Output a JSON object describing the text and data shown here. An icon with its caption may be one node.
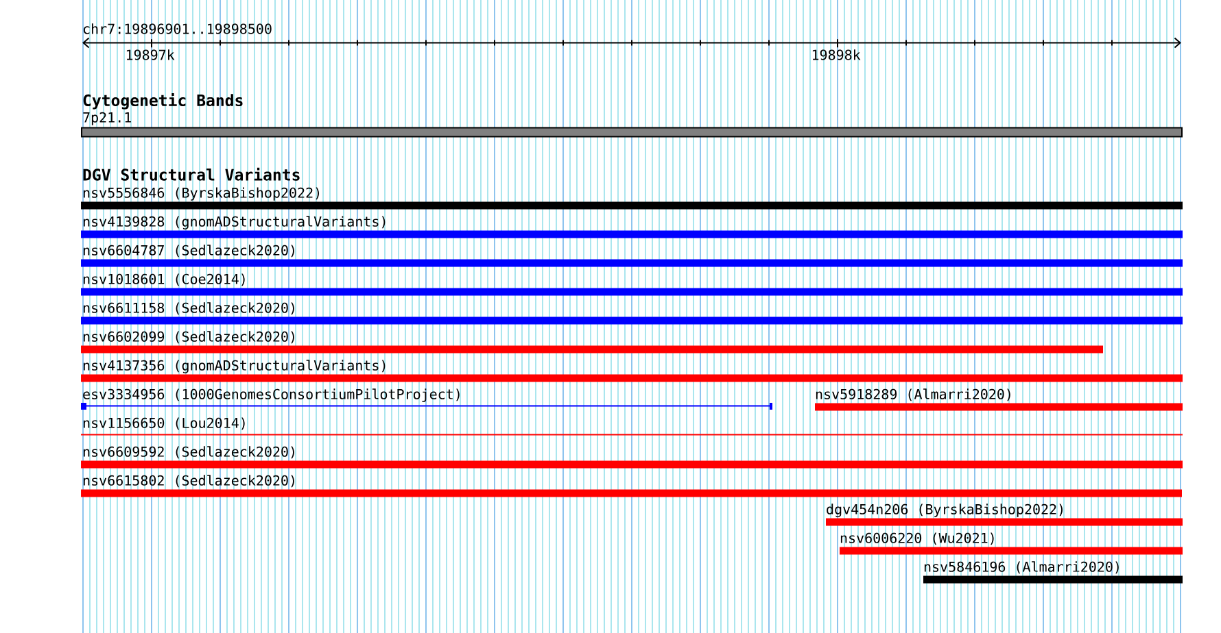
{
  "diagram": {
    "nodes": [
      {
        "text": [
          "7p21.1"
        ]
      },
      {
        "text": [
          "nsv5556846 (ByrskaBishop2022)"
        ]
      },
      {
        "text": [
          "nsv4139828 (gnomADStructuralVariants)"
        ]
      },
      {
        "text": [
          "nsv6604787 (Sedlazeck2020)"
        ]
      },
      {
        "text": [
          "nsv1018601 (Coe2014)"
        ]
      },
      {
        "text": [
          "nsv6611158 (Sedlazeck2020)"
        ]
      },
      {
        "text": [
          "nsv6602099 (Sedlazeck2020)"
        ]
      },
      {
        "text": [
          "nsv4137356 (gnomADStructuralVariants)"
        ]
      },
      {
        "text": [
          "esv3334956 (1000GenomesConsortiumPilotProject)"
        ]
      },
      {
        "text": [
          "nsv5918289 (Almarri2020)"
        ]
      },
      {
        "text": [
          "nsv1156650 (Lou2014)"
        ]
      },
      {
        "text": [
          "nsv6609592 (Sedlazeck2020)"
        ]
      },
      {
        "text": [
          "nsv6615802 (Sedlazeck2020)"
        ]
      },
      {
        "text": [
          "dgv454n206 (ByrskaBishop2022)"
        ]
      },
      {
        "text": [
          "nsv6006220 (Wu2021)"
        ]
      },
      {
        "text": [
          "nsv5846196 (Almarri2020)"
        ]
      }
    ],
    "labels": [
      "chr7:19896901..19898500",
      "19897k",
      "19898k",
      "Cytogenetic Bands",
      "DGV Structural Variants"
    ]
  }
}
